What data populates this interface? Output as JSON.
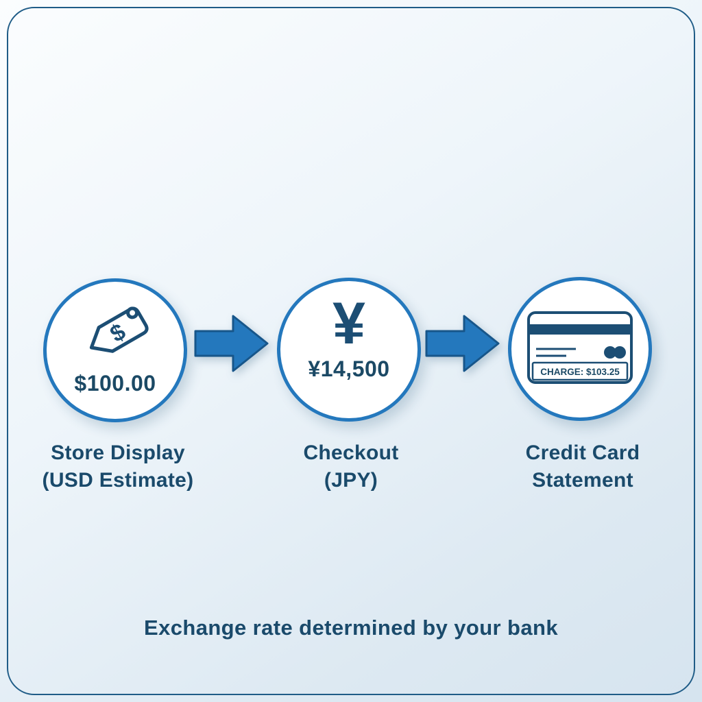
{
  "steps": [
    {
      "icon": "price-tag-icon",
      "icon_symbol": "$",
      "amount": "$100.00",
      "caption_line1": "Store Display",
      "caption_line2": "(USD Estimate)"
    },
    {
      "icon": "yen-icon",
      "icon_symbol": "¥",
      "amount": "¥14,500",
      "caption_line1": "Checkout",
      "caption_line2": "(JPY)"
    },
    {
      "icon": "credit-card-icon",
      "charge_label": "CHARGE: $103.25",
      "caption_line1": "Credit Card",
      "caption_line2": "Statement"
    }
  ],
  "footer": "Exchange rate determined by your bank",
  "colors": {
    "accent_blue": "#2478bd",
    "dark_navy": "#1c4e74",
    "text_navy": "#1a4a6b",
    "frame_border": "#1f5c87",
    "background_top": "#fbfdfe",
    "background_bottom": "#d6e4ef"
  }
}
